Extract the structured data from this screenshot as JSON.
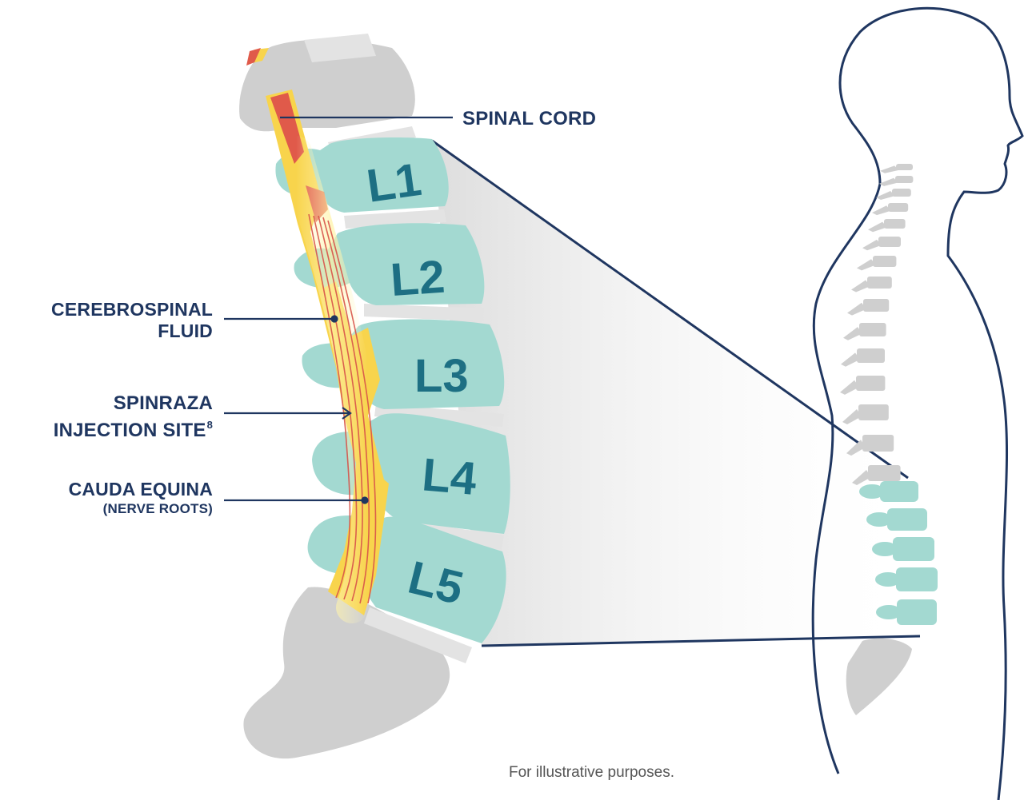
{
  "labels": {
    "spinal_cord": "SPINAL CORD",
    "csf_line1": "CEREBROSPINAL",
    "csf_line2": "FLUID",
    "inject_line1": "SPINRAZA",
    "inject_line2": "INJECTION SITE",
    "inject_ref": "8",
    "cauda_line1": "CAUDA EQUINA",
    "cauda_line2": "(NERVE ROOTS)"
  },
  "vertebrae": [
    "L1",
    "L2",
    "L3",
    "L4",
    "L5"
  ],
  "caption": "For illustrative purposes.",
  "colors": {
    "navy": "#1f3660",
    "vertebra_teal": "#a3d9d1",
    "vertebra_label": "#1d6f83",
    "bone_gray": "#cfcfcf",
    "cord_red": "#e05a4a",
    "csf_yellow": "#f8d44c"
  }
}
